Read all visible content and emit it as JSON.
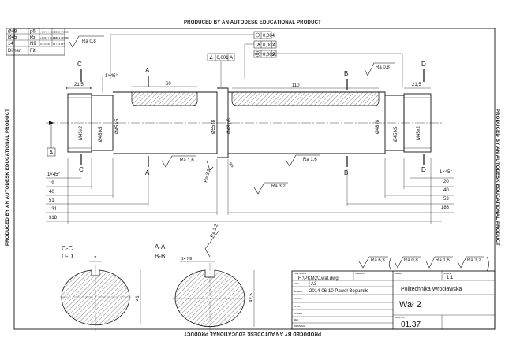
{
  "watermark": "PRODUCED BY AN AUTODESK EDUCATIONAL PRODUCT",
  "fit_table": {
    "rows": [
      [
        "Ø48",
        "p6",
        "+0.042 / +0.026",
        "48.042 / 48.026"
      ],
      [
        "Ø45",
        "k5",
        "+0.013 / +0.002",
        "45.013 / 45.002"
      ],
      [
        "14",
        "N9",
        "0 / -0.043",
        "14 / 13.957"
      ]
    ],
    "footer": [
      "Dimen",
      "Fit"
    ]
  },
  "tolerances": {
    "straightness": "0,001",
    "straightness_ref": "A",
    "cylindricity": "0,004",
    "runout": "0,002",
    "runout_ref": "A",
    "concentricity": "0,002",
    "concentricity_ref": "A"
  },
  "sections": {
    "A": "A",
    "B": "B",
    "C": "C",
    "D": "D",
    "cc": "C-C",
    "dd": "D-D",
    "aa": "A-A",
    "bb": "B-B",
    "datum": "A"
  },
  "dims": {
    "d215_left": "21,5",
    "d215_right": "21,5",
    "chamfer_top": "1×45°",
    "chamfer_left": "1×45°",
    "chamfer_right": "1×45°",
    "key_a": "60",
    "key_b": "110",
    "thread_left": "M45x2",
    "thread_right": "M45x2",
    "dia_left": "Ø45 k5",
    "dia_left2": "Ø45 k5",
    "dia_mid1": "Ø55 f8",
    "dia_mid2": "Ø48 p6",
    "dia_right": "Ø48 f8",
    "dia_right2": "Ø45 k5",
    "r19": "19",
    "r40": "40",
    "r51": "51",
    "r131": "131",
    "r318": "318",
    "l20": "20",
    "l40": "40",
    "l53": "53",
    "l183": "183",
    "r15": "R5",
    "sec_width": "7",
    "sec_depth": "41",
    "sec_width2": "14 N9",
    "sec_depth2": "42,5"
  },
  "roughness": {
    "ra08_top": "Ra 0,8",
    "ra08_right": "Ra 0,8",
    "ra16_a": "Ra 1,6",
    "ra16_b": "Ra 1,6",
    "ra32_a": "Ra 3,2",
    "ra32_b": "Ra 3,2",
    "ra32_section": "Ra 3,2",
    "summary": [
      "Ra 6,3",
      "Ra 0,8",
      "Ra 1,6",
      "Ra 3,2"
    ]
  },
  "title_block": {
    "file_name_label": "FILE NAME",
    "file_name": "H:\\PKM2\\1wal.dwg",
    "item_no_label": "ITEM NO",
    "size_label": "SIZE",
    "size": "A3",
    "drawn_label": "drawn",
    "drawn": "2014-06-10  Paweł Bogumiło",
    "check_label": "CHECK",
    "appr_label": "APPR",
    "issued_label": "ISSUED",
    "rev_label": "REV",
    "drawing_label": "DRAWING",
    "sheet_label": "SHEET",
    "scale_label": "SCALE",
    "scale": "1:1",
    "company": "Politechnika Wrocławska",
    "title": "Wał 2",
    "dwg_no_label": "DWG NO",
    "dwg_no": "01.37"
  }
}
